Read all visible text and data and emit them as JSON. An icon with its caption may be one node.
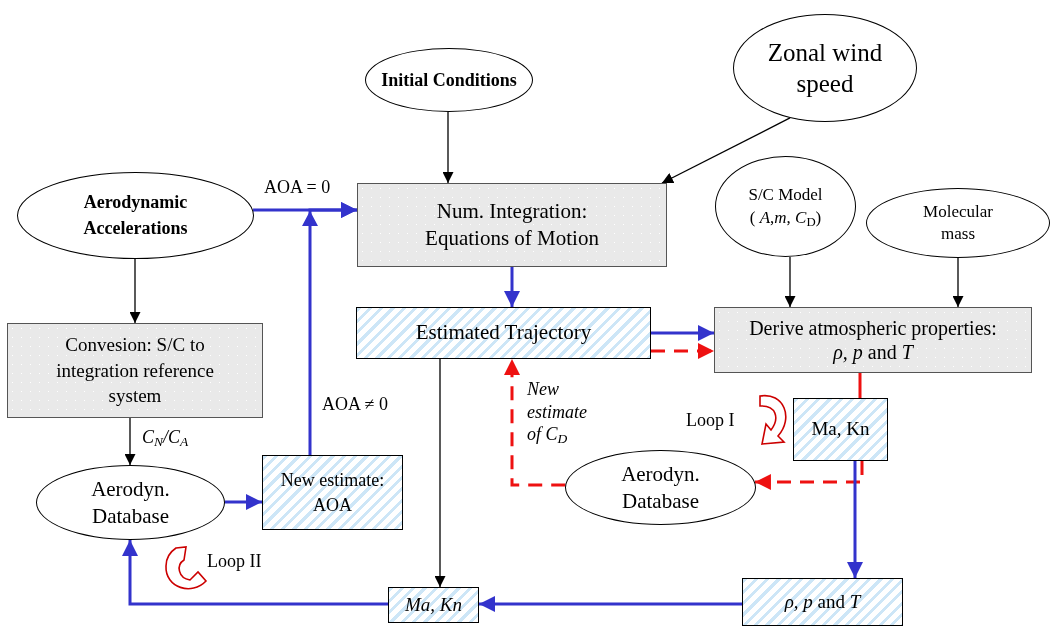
{
  "diagram": {
    "nodes": [
      {
        "text": [
          "Initial Conditions"
        ]
      },
      {
        "text": [
          "Zonal wind speed"
        ]
      },
      {
        "text": [
          "Aerodynamic Accelerations"
        ]
      },
      {
        "text": [
          "Num. Integration: Equations of Motion"
        ]
      },
      {
        "text": [
          "S/C Model",
          "( *A*,*m*, *C*$_{D}$)"
        ]
      },
      {
        "text": [
          "Molecular mass"
        ]
      },
      {
        "text": [
          "Convesion: S/C to integration reference system"
        ]
      },
      {
        "text": [
          "Estimated Trajectory"
        ]
      },
      {
        "text": [
          "Derive atmospheric properties:",
          "*ρ, p* and *T*"
        ]
      },
      {
        "text": [
          "Ma, Kn"
        ]
      },
      {
        "text": [
          "Aerodyn. Database"
        ]
      },
      {
        "text": [
          "New estimate: AOA"
        ]
      },
      {
        "text": [
          "Aerodyn. Database"
        ]
      },
      {
        "text": [
          "Ma, Kn"
        ]
      },
      {
        "text": [
          "*ρ, p* and *T*"
        ]
      }
    ],
    "edges": [
      {
        "from": 0,
        "to": 3,
        "arrow": "to",
        "color": "#000000"
      },
      {
        "from": 1,
        "to": 3,
        "arrow": "to",
        "color": "#000000"
      },
      {
        "from": 2,
        "to": 3,
        "arrow": "to",
        "label": "AOA = 0",
        "color": "#3333cc"
      },
      {
        "from": 11,
        "to": 3,
        "arrow": "to",
        "label": "AOA ≠ 0",
        "color": "#3333cc"
      },
      {
        "from": 2,
        "to": 6,
        "arrow": "to",
        "color": "#000000"
      },
      {
        "from": 6,
        "to": 10,
        "arrow": "to",
        "label": "*C*$_{N}$/*C*$_{A}$",
        "color": "#000000"
      },
      {
        "from": 10,
        "to": 11,
        "arrow": "to",
        "color": "#3333cc"
      },
      {
        "from": 3,
        "to": 7,
        "arrow": "to",
        "color": "#3333cc"
      },
      {
        "from": 7,
        "to": 8,
        "arrow": "to",
        "color": "#3333cc"
      },
      {
        "from": 7,
        "to": 8,
        "arrow": "to",
        "style": "dashed",
        "color": "#ee1111"
      },
      {
        "from": 8,
        "to": 9,
        "arrow": "none",
        "color": "#ee1111"
      },
      {
        "from": 9,
        "to": 12,
        "arrow": "to",
        "style": "dashed",
        "color": "#ee1111"
      },
      {
        "from": 12,
        "to": 7,
        "arrow": "to",
        "style": "dashed",
        "color": "#ee1111",
        "label": "New estimate of C$_{D}$"
      },
      {
        "from": 9,
        "to": 14,
        "arrow": "to",
        "color": "#3333cc"
      },
      {
        "from": 14,
        "to": 13,
        "arrow": "to",
        "color": "#3333cc"
      },
      {
        "from": 7,
        "to": 13,
        "arrow": "to",
        "color": "#000000"
      },
      {
        "from": 13,
        "to": 10,
        "arrow": "to",
        "color": "#3333cc"
      },
      {
        "from": 4,
        "to": 8,
        "arrow": "to",
        "color": "#000000"
      },
      {
        "from": 5,
        "to": 8,
        "arrow": "to",
        "color": "#000000"
      }
    ],
    "labels": [
      "Loop I",
      "Loop II"
    ]
  }
}
